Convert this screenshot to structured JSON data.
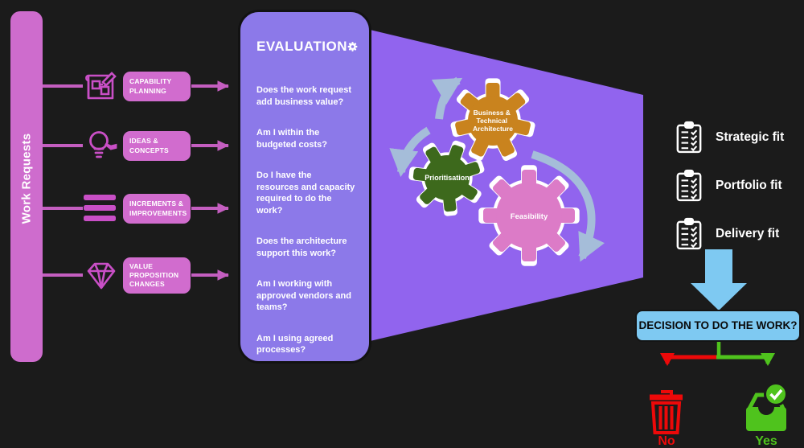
{
  "work_requests": {
    "label": "Work Requests"
  },
  "request_types": [
    {
      "label": "CAPABILITY PLANNING",
      "icon": "blueprint-icon"
    },
    {
      "label": "IDEAS & CONCEPTS",
      "icon": "lightbulb-icon"
    },
    {
      "label": "INCREMENTS & IMPROVEMENTS",
      "icon": "list-icon"
    },
    {
      "label": "VALUE PROPOSITION CHANGES",
      "icon": "diamond-icon"
    }
  ],
  "evaluation": {
    "title": "EVALUATION",
    "icon": "gear-icon",
    "questions": [
      "Does the work request add business value?",
      "Am I within the budgeted costs?",
      "Do I have the resources and capacity required to do the work?",
      "Does the architecture support this work?",
      "Am I working with approved vendors and teams?",
      "Am I using agreed processes?"
    ]
  },
  "funnel": {
    "gears": [
      {
        "lines": [
          "Business &",
          "Technical",
          "Architecture"
        ],
        "color": "#c9831e"
      },
      {
        "lines": [
          "Prioritisation"
        ],
        "color": "#3d691c"
      },
      {
        "lines": [
          "Feasibility"
        ],
        "color": "#dc7bc7"
      }
    ]
  },
  "fit_checks": [
    {
      "label": "Strategic fit",
      "icon": "clipboard-icon"
    },
    {
      "label": "Portfolio fit",
      "icon": "clipboard-icon"
    },
    {
      "label": "Delivery fit",
      "icon": "clipboard-icon"
    }
  ],
  "decision": {
    "label": "DECISION TO DO THE WORK?"
  },
  "outcomes": [
    {
      "label": "No",
      "icon": "trash-icon",
      "color": "#ed0909"
    },
    {
      "label": "Yes",
      "icon": "inbox-check-icon",
      "color": "#4fc31d"
    }
  ],
  "colors": {
    "background": "#1b1b1b",
    "pink": "#d16cce",
    "panel_purple": "#8c79e9",
    "funnel_purple": "#9164ee",
    "arc_arrow": "#a5bdd9",
    "decision_blue": "#7ec9f2",
    "no_red": "#ed0909",
    "yes_green": "#4fc31d"
  }
}
